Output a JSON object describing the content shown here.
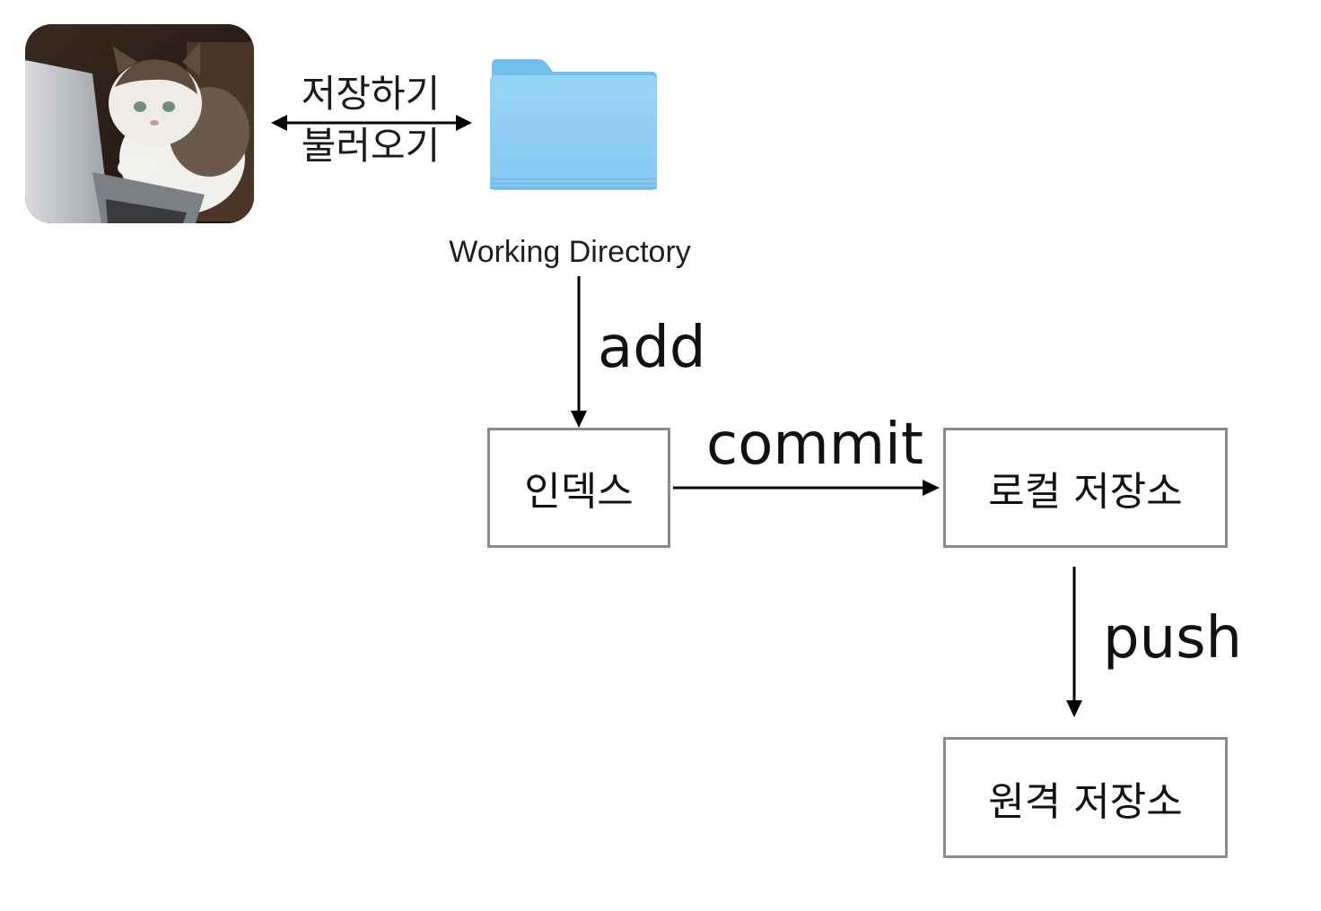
{
  "io": {
    "save_label": "저장하기",
    "load_label": "불러오기"
  },
  "working_directory": {
    "label": "Working Directory"
  },
  "nodes": {
    "index": "인덱스",
    "local_repo": "로컬 저장소",
    "remote_repo": "원격 저장소"
  },
  "edges": {
    "add": "add",
    "commit": "commit",
    "push": "push"
  },
  "colors": {
    "box_border": "#8c8c90",
    "arrow": "#000000",
    "folder_light": "#8fd0f5",
    "folder_dark": "#6cbcec"
  }
}
